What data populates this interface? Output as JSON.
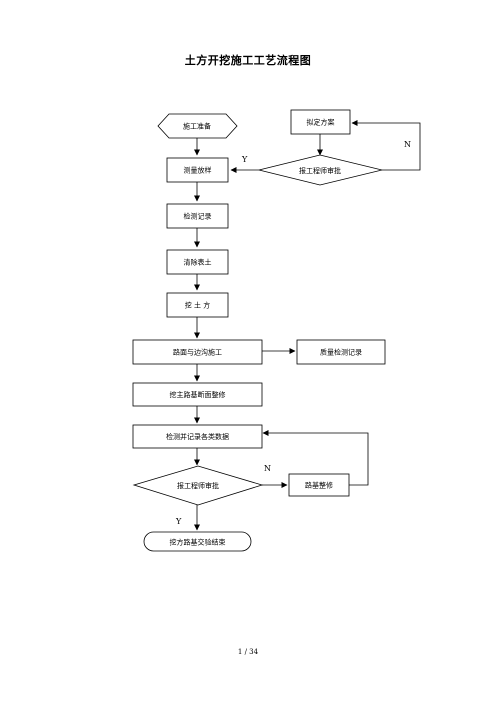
{
  "title": "土方开挖施工工艺流程图",
  "nodes": {
    "start": "施工准备",
    "draft_plan": "拟定方案",
    "review1": "报工程师审批",
    "survey": "测量放样",
    "inspect_record": "检测记录",
    "clear_topsoil": "清除表土",
    "excavate": "挖 土 方",
    "road_ditch": "路面与边沟施工",
    "quality_record": "质量检测记录",
    "trim_section": "挖主路基断面整修",
    "inspect_data": "检测并记录各类数据",
    "review2": "报工程师审批",
    "subgrade_trim": "路基整修",
    "end": "挖方路基交验结束"
  },
  "edge_labels": {
    "y1": "Y",
    "n1": "N",
    "n2": "N",
    "y2": "Y"
  },
  "footer": {
    "page": "1 / 34"
  }
}
